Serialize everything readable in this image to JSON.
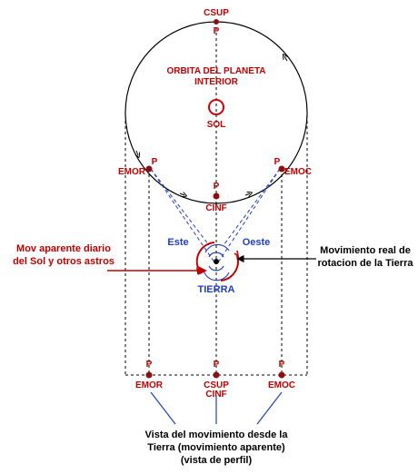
{
  "labels": {
    "csup_top": "CSUP",
    "p_top": "P",
    "orbit_line1": "ORBITA DEL PLANETA",
    "orbit_line2": "INTERIOR",
    "sol": "SOL",
    "emor_left": "EMOR",
    "p_left": "P",
    "p_right": "P",
    "emoc_right": "EMOC",
    "p_bottom_orbit": "P",
    "cinf": "CINF",
    "este": "Este",
    "oeste": "Oeste",
    "tierra": "TIERRA",
    "apparent_line1": "Mov aparente diario",
    "apparent_line2": "del Sol y otros astros",
    "real_line1": "Movimiento real de",
    "real_line2": "rotacion de la Tierra",
    "p_profile_left": "P",
    "p_profile_center": "P",
    "p_profile_right": "P",
    "emor_bottom": "EMOR",
    "csup_bottom": "CSUP",
    "cinf_bottom": "CINF",
    "emoc_bottom": "EMOC",
    "caption_line1": "Vista del movimiento desde la",
    "caption_line2": "Tierra (movimiento aparente)",
    "caption_line3": "(vista de perfil)"
  },
  "colors": {
    "planet_dot": "#8b1010",
    "label_red": "#c00000",
    "blue": "#1f3fbf",
    "line": "#000000"
  }
}
